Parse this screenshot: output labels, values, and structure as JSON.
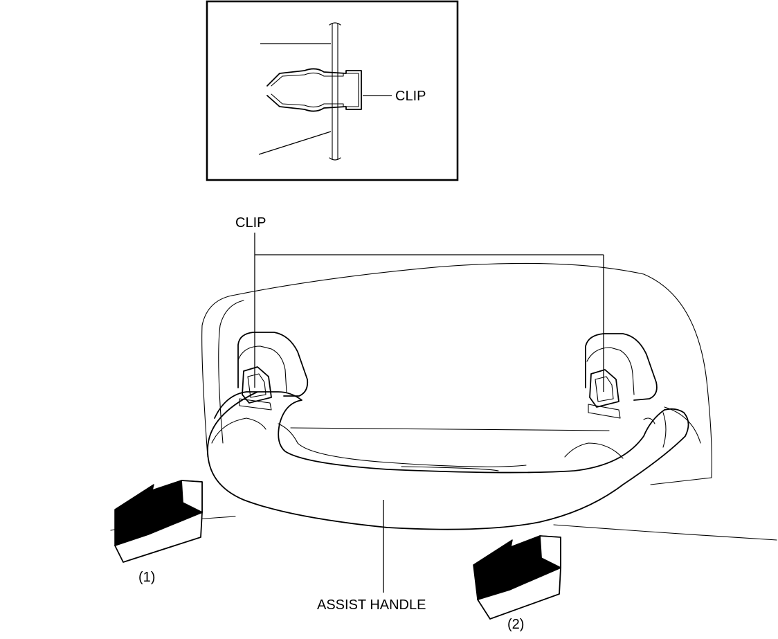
{
  "labels": {
    "inset_clip": "CLIP",
    "main_clip": "CLIP",
    "assist_handle": "ASSIST HANDLE",
    "step_1": "(1)",
    "step_2": "(2)"
  },
  "colors": {
    "line": "#000000",
    "background": "#ffffff",
    "arrow_fill": "#000000"
  }
}
